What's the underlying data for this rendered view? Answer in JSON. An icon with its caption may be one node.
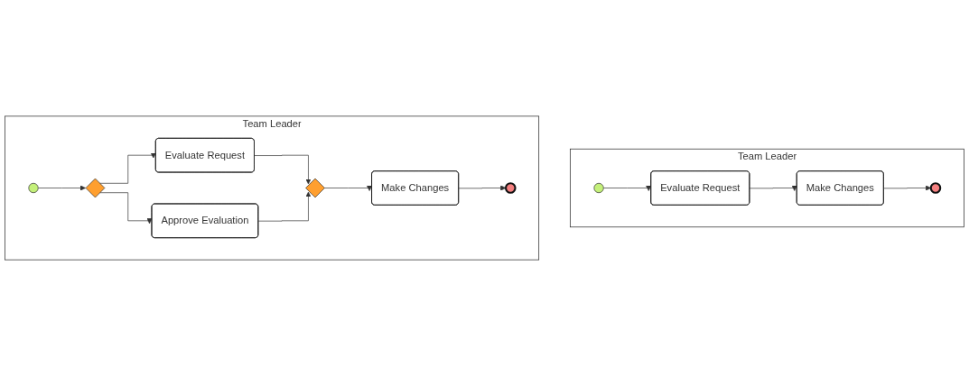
{
  "diagram": {
    "nodes": [
      {
        "text": [
          "Team Leader"
        ]
      },
      {
        "text": [],
        "shape": "circle",
        "in": 0
      },
      {
        "text": [
          "Evaluate Request"
        ],
        "in": 0
      },
      {
        "text": [
          "Make Changes"
        ],
        "in": 0
      },
      {
        "text": [],
        "shape": "circle",
        "in": 0
      },
      {
        "text": [
          "Team Leader"
        ]
      },
      {
        "text": [],
        "shape": "circle",
        "in": 5
      },
      {
        "text": [],
        "shape": "diamond",
        "in": 5
      },
      {
        "text": [
          "Evaluate Request"
        ],
        "in": 5
      },
      {
        "text": [
          "Approve Evaluation"
        ],
        "in": 5
      },
      {
        "text": [],
        "shape": "diamond",
        "in": 5
      },
      {
        "text": [
          "Make Changes"
        ],
        "in": 5
      },
      {
        "text": [],
        "shape": "circle",
        "in": 5
      }
    ],
    "edges": [
      {
        "from": 1,
        "to": 2,
        "arrow": "to"
      },
      {
        "from": 2,
        "to": 3,
        "arrow": "to"
      },
      {
        "from": 3,
        "to": 4,
        "arrow": "to"
      },
      {
        "from": 6,
        "to": 7,
        "arrow": "to"
      },
      {
        "from": 7,
        "to": 8,
        "arrow": "to"
      },
      {
        "from": 7,
        "to": 9,
        "arrow": "to"
      },
      {
        "from": 8,
        "to": 10,
        "arrow": "to"
      },
      {
        "from": 9,
        "to": 10,
        "arrow": "to"
      },
      {
        "from": 10,
        "to": 11,
        "arrow": "to"
      },
      {
        "from": 11,
        "to": 12,
        "arrow": "to"
      }
    ]
  }
}
